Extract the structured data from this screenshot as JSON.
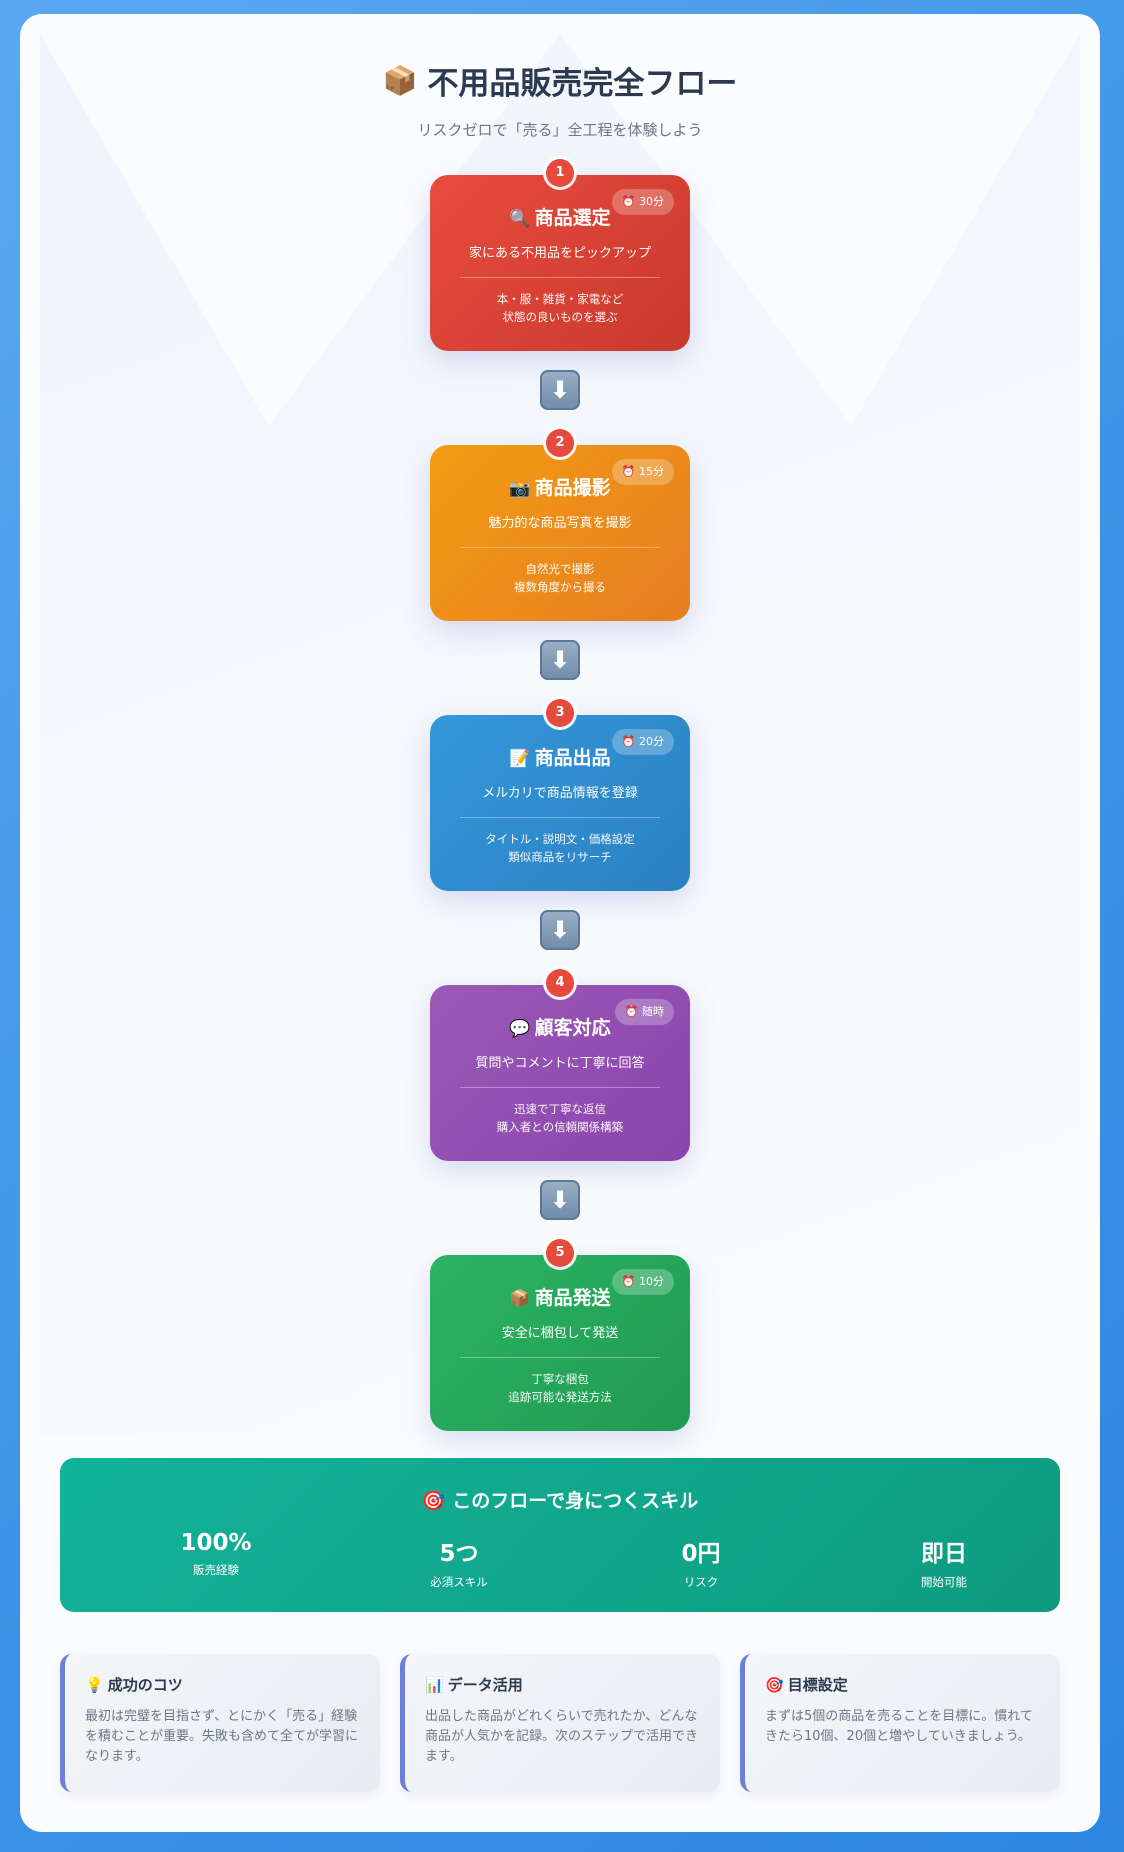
{
  "header": {
    "icon": "📦",
    "title": "不用品販売完全フロー",
    "subtitle": "リスクゼロで「売る」全工程を体験しよう"
  },
  "steps": [
    {
      "num": "1",
      "icon": "🔍",
      "title": "商品選定",
      "time": "⏰ 30分",
      "desc": "家にある不用品をピックアップ",
      "detail1": "本・服・雑貨・家電など",
      "detail2": "状態の良いものを選ぶ"
    },
    {
      "num": "2",
      "icon": "📸",
      "title": "商品撮影",
      "time": "⏰ 15分",
      "desc": "魅力的な商品写真を撮影",
      "detail1": "自然光で撮影",
      "detail2": "複数角度から撮る"
    },
    {
      "num": "3",
      "icon": "📝",
      "title": "商品出品",
      "time": "⏰ 20分",
      "desc": "メルカリで商品情報を登録",
      "detail1": "タイトル・説明文・価格設定",
      "detail2": "類似商品をリサーチ"
    },
    {
      "num": "4",
      "icon": "💬",
      "title": "顧客対応",
      "time": "⏰ 随時",
      "desc": "質問やコメントに丁寧に回答",
      "detail1": "迅速で丁寧な返信",
      "detail2": "購入者との信頼関係構築"
    },
    {
      "num": "5",
      "icon": "📦",
      "title": "商品発送",
      "time": "⏰ 10分",
      "desc": "安全に梱包して発送",
      "detail1": "丁寧な梱包",
      "detail2": "追跡可能な発送方法"
    }
  ],
  "arrow_icon": "down-arrow-icon",
  "skills": {
    "icon": "🎯",
    "title": "このフローで身につくスキル",
    "stats": [
      {
        "value": "100%",
        "label": "販売経験"
      },
      {
        "value": "5つ",
        "label": "必須スキル"
      },
      {
        "value": "0円",
        "label": "リスク"
      },
      {
        "value": "即日",
        "label": "開始可能"
      }
    ]
  },
  "tips": [
    {
      "icon": "💡",
      "title": "成功のコツ",
      "body": "最初は完璧を目指さず、とにかく「売る」経験を積むことが重要。失敗も含めて全てが学習になります。"
    },
    {
      "icon": "📊",
      "title": "データ活用",
      "body": "出品した商品がどれくらいで売れたか、どんな商品が人気かを記録。次のステップで活用できます。"
    },
    {
      "icon": "🎯",
      "title": "目標設定",
      "body": "まずは5個の商品を売ることを目標に。慣れてきたら10個、20個と増やしていきましょう。"
    }
  ],
  "colors": {
    "background": "#3f95e8",
    "step1": "#e84c3d",
    "step2": "#f39c12",
    "step3": "#3498db",
    "step4": "#9b59b6",
    "step5": "#2ab463",
    "skills": "#12b39a",
    "badge": "#e64a3c",
    "tip_border": "#6d7fd8"
  }
}
